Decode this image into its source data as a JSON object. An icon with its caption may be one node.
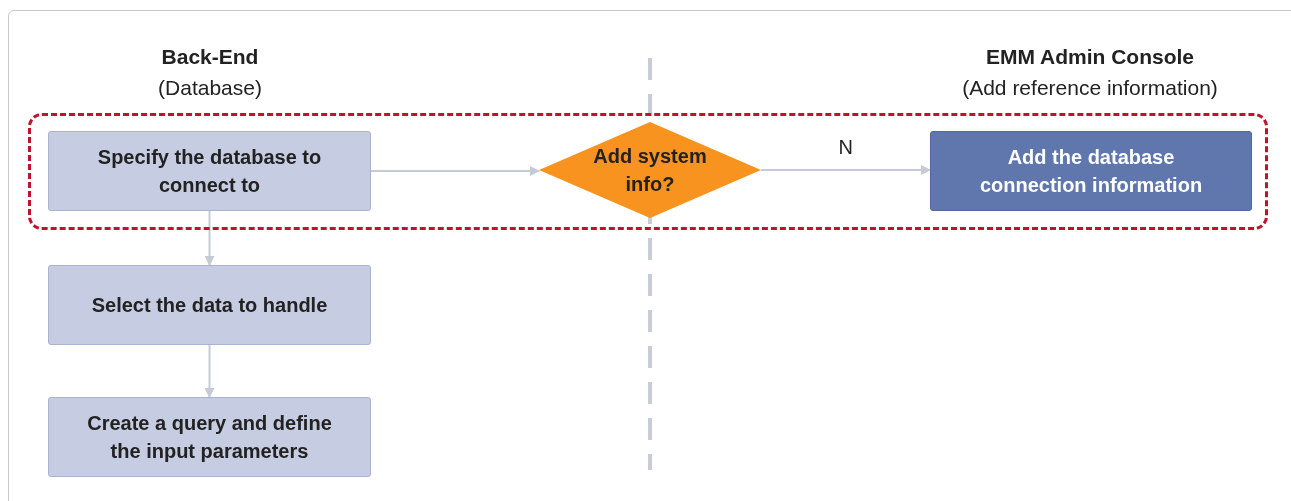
{
  "diagram": {
    "nodes": [
      {
        "text": [],
        "shape": "box"
      },
      {
        "text": [
          "Specify the database to connect to"
        ],
        "in": 0
      },
      {
        "text": [
          "Add system info?"
        ],
        "in": 0
      },
      {
        "text": [
          "Add the database connection information"
        ],
        "in": 0
      },
      {
        "text": [
          "Select the data to handle"
        ]
      },
      {
        "text": [
          "Create a query and define the input parameters"
        ]
      }
    ],
    "edges": [
      {
        "from": 1,
        "to": 2,
        "arrow": "to"
      },
      {
        "from": 2,
        "to": 3,
        "arrow": "to",
        "label": "N"
      },
      {
        "from": 1,
        "to": 4,
        "arrow": "to"
      },
      {
        "from": 4,
        "to": 5,
        "arrow": "to"
      }
    ],
    "labels": [
      "Back-End",
      "(Database)",
      "EMM Admin Console",
      "(Add reference information)"
    ]
  }
}
